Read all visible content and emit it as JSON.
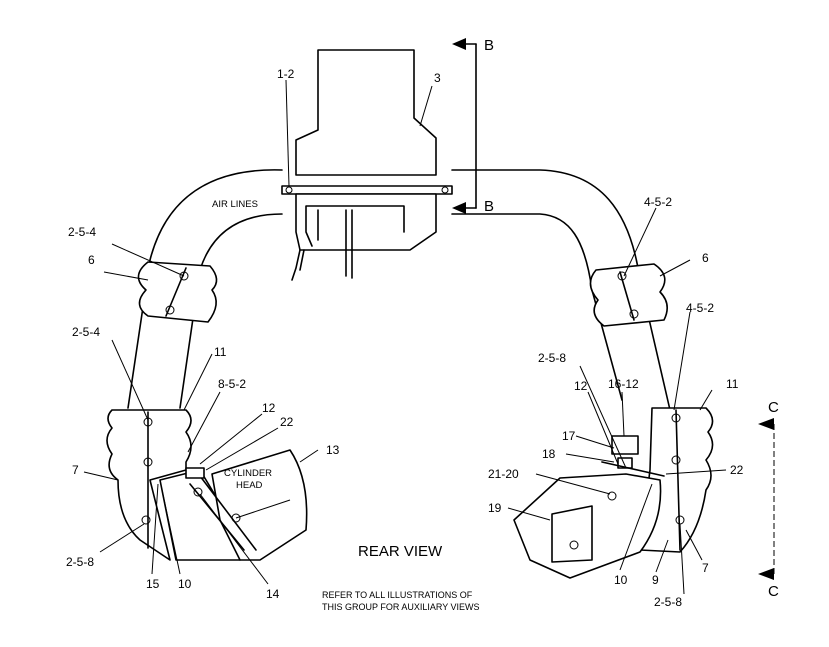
{
  "diagram": {
    "title": "REAR VIEW",
    "note_line1": "REFER TO ALL ILLUSTRATIONS OF",
    "note_line2": "THIS GROUP FOR AUXILIARY VIEWS",
    "text_air_lines": "AIR LINES",
    "text_cyl_line1": "CYLINDER",
    "text_cyl_line2": "HEAD",
    "section_b_top": "B",
    "section_b_mid": "B",
    "section_c_top": "C",
    "section_c_bottom": "C",
    "callouts": {
      "c_1_2": "1-2",
      "c_3": "3",
      "c_2_5_4_a": "2-5-4",
      "c_6_left": "6",
      "c_2_5_4_b": "2-5-4",
      "c_11_left": "11",
      "c_8_5_2": "8-5-2",
      "c_12_left": "12",
      "c_22_left": "22",
      "c_13": "13",
      "c_7_left": "7",
      "c_2_5_8_left": "2-5-8",
      "c_15": "15",
      "c_10_left": "10",
      "c_14": "14",
      "c_4_5_2_a": "4-5-2",
      "c_6_right": "6",
      "c_4_5_2_b": "4-5-2",
      "c_2_5_8_right_top": "2-5-8",
      "c_12_right": "12",
      "c_16_12": "16-12",
      "c_11_right": "11",
      "c_17": "17",
      "c_18": "18",
      "c_22_right": "22",
      "c_21_20": "21-20",
      "c_19": "19",
      "c_10_right": "10",
      "c_9": "9",
      "c_7_right": "7",
      "c_2_5_8_right_bottom": "2-5-8"
    }
  }
}
